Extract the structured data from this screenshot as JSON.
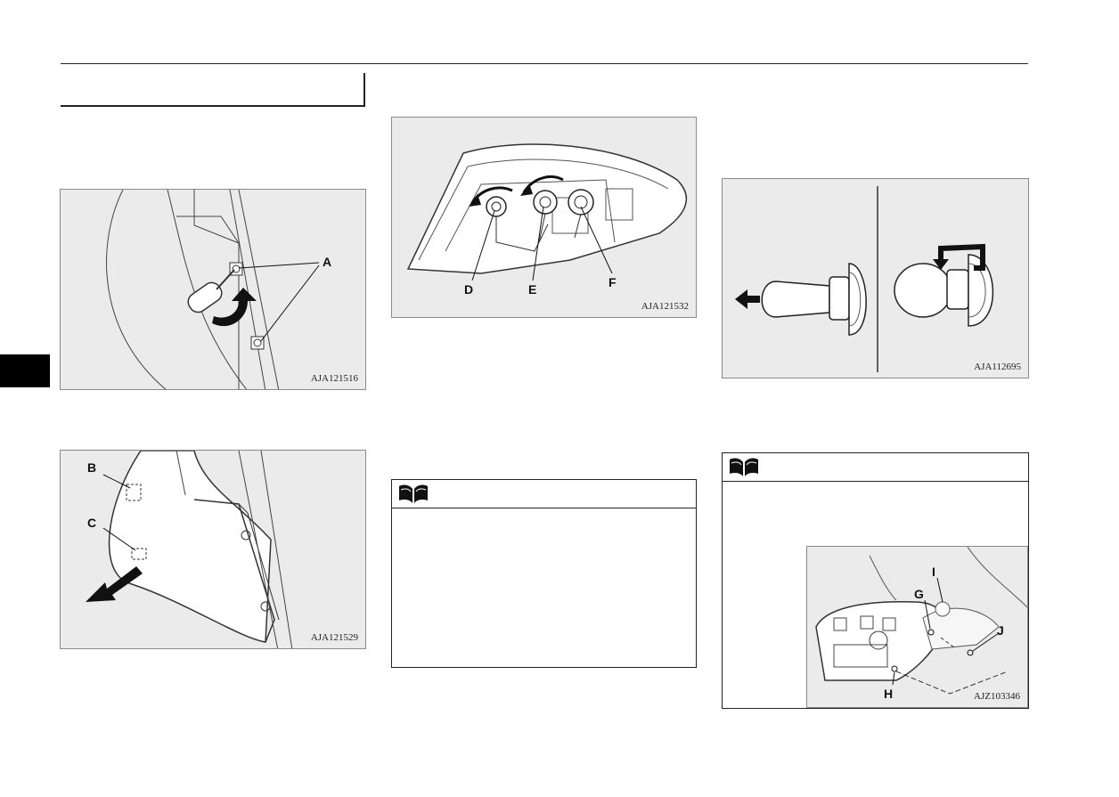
{
  "figures": {
    "fig1": {
      "code": "AJA121516",
      "callouts": [
        "A"
      ]
    },
    "fig2": {
      "code": "AJA121529",
      "callouts": [
        "B",
        "C"
      ]
    },
    "fig3": {
      "code": "AJA121532",
      "callouts": [
        "D",
        "E",
        "F"
      ]
    },
    "fig4": {
      "code": "AJA112695"
    },
    "fig5": {
      "code": "AJZ103346",
      "callouts": [
        "I",
        "G",
        "J",
        "H"
      ]
    }
  },
  "notes": {
    "note_middle": {
      "icon": "open-book-icon"
    },
    "note_right": {
      "icon": "open-book-icon"
    }
  },
  "colors": {
    "figure_bg": "#ebebeb",
    "chapter_tab": "#000000"
  }
}
